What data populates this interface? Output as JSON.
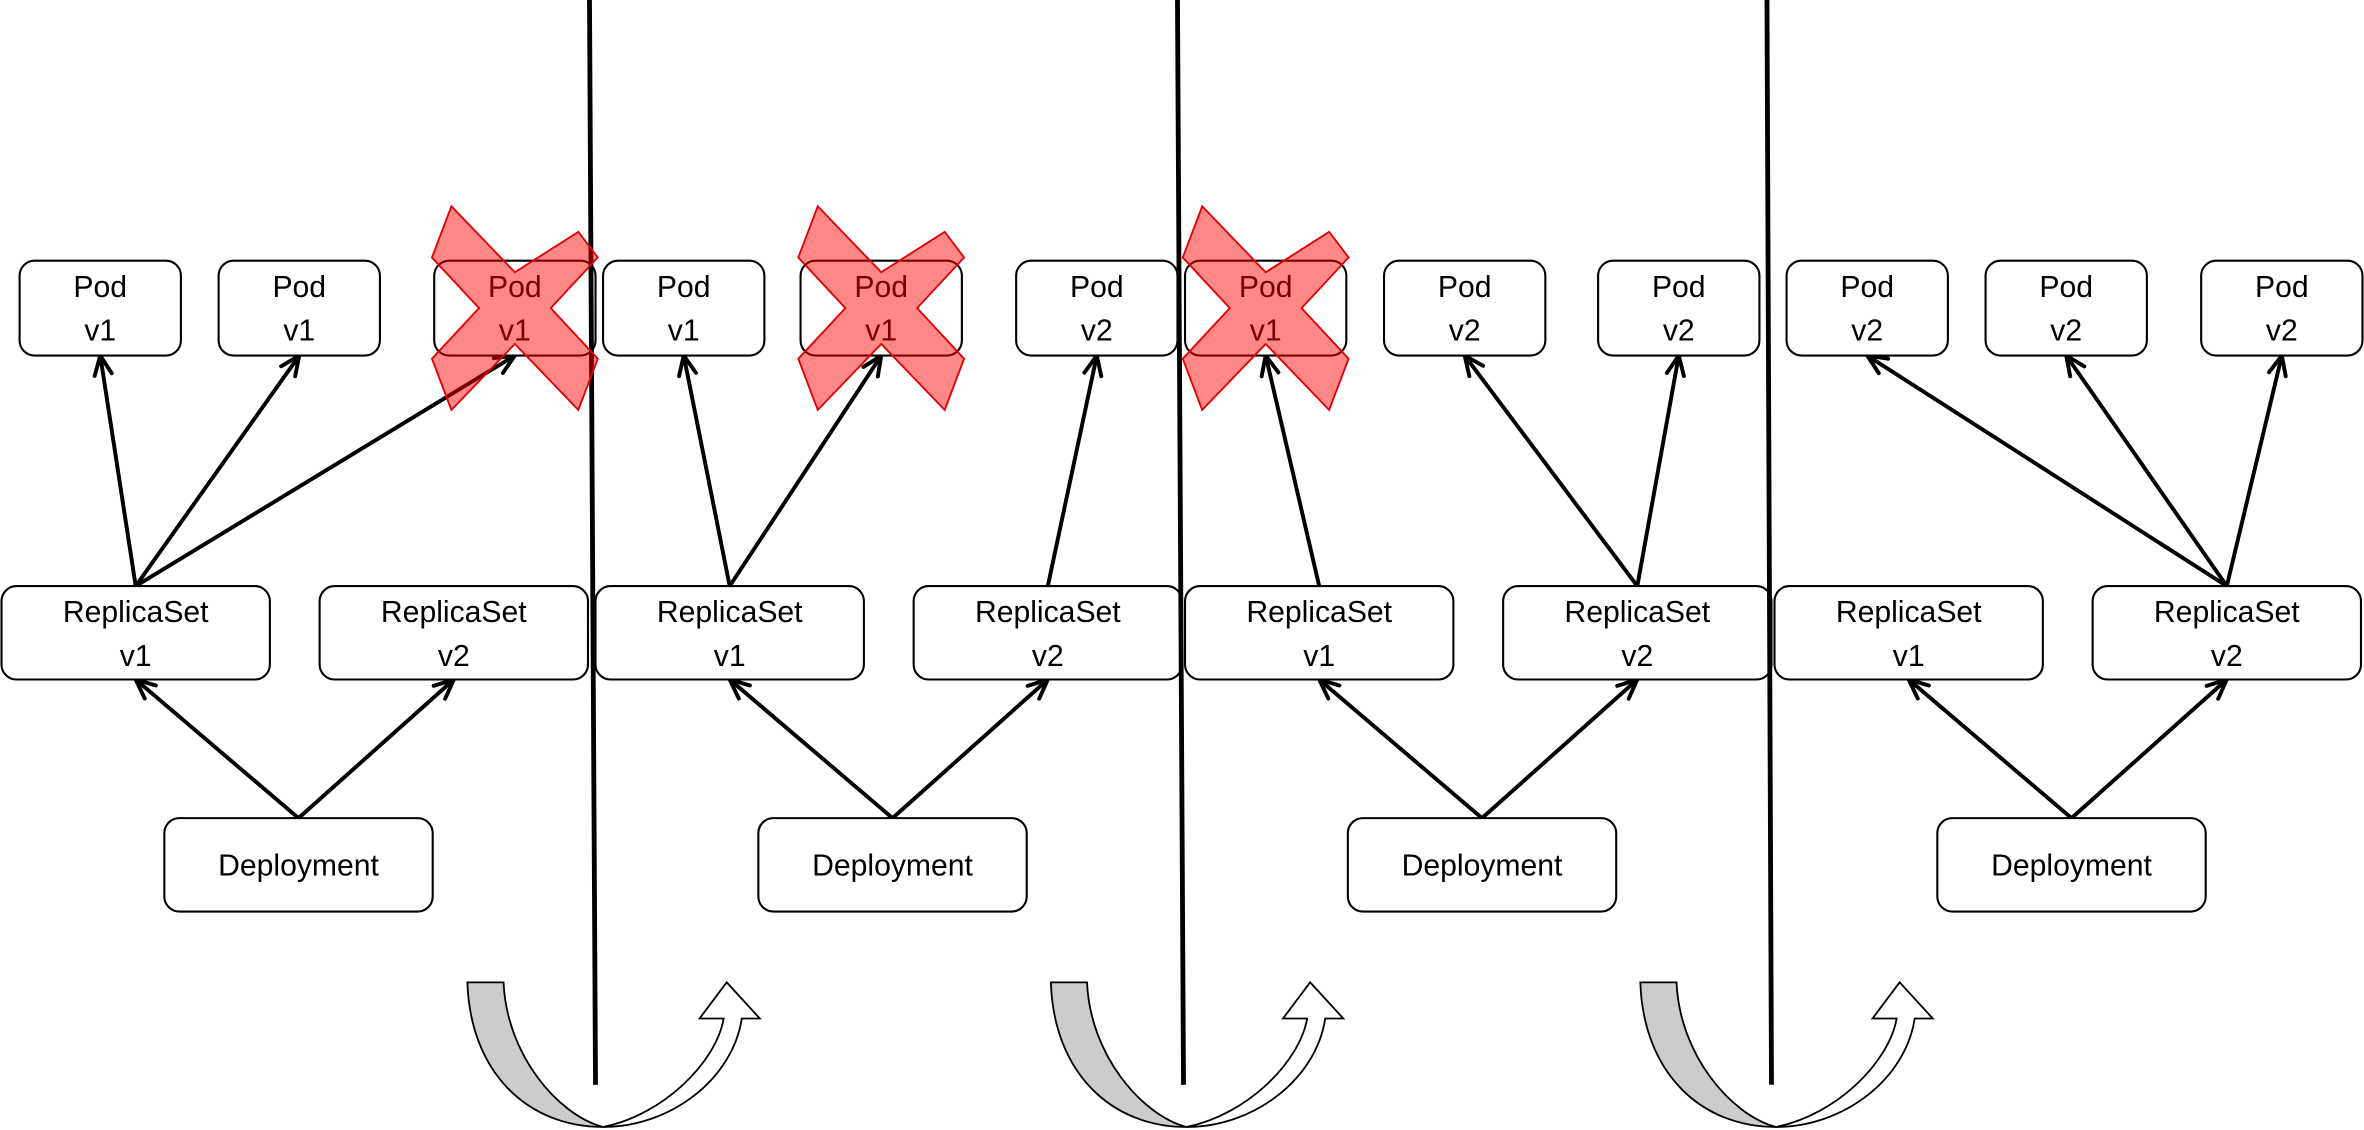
{
  "diagram": {
    "title": "Kubernetes Deployment rolling update",
    "labels": {
      "pod": "Pod",
      "replicaset": "ReplicaSet",
      "deployment": "Deployment"
    },
    "colors": {
      "terminated_mark": "#ff0000",
      "turn_arrow_tail": "#cccccc",
      "stroke": "#000000",
      "background": "#ffffff"
    },
    "panels": [
      {
        "pods": [
          {
            "version": "v1",
            "terminated": false,
            "owner": "v1"
          },
          {
            "version": "v1",
            "terminated": false,
            "owner": "v1"
          },
          {
            "version": "v1",
            "terminated": true,
            "owner": "v1"
          }
        ],
        "replicasets": [
          "v1",
          "v2"
        ],
        "deployment": "Deployment"
      },
      {
        "pods": [
          {
            "version": "v1",
            "terminated": false,
            "owner": "v1"
          },
          {
            "version": "v1",
            "terminated": true,
            "owner": "v1"
          },
          {
            "version": "v2",
            "terminated": false,
            "owner": "v2"
          }
        ],
        "replicasets": [
          "v1",
          "v2"
        ],
        "deployment": "Deployment"
      },
      {
        "pods": [
          {
            "version": "v1",
            "terminated": true,
            "owner": "v1"
          },
          {
            "version": "v2",
            "terminated": false,
            "owner": "v2"
          },
          {
            "version": "v2",
            "terminated": false,
            "owner": "v2"
          }
        ],
        "replicasets": [
          "v1",
          "v2"
        ],
        "deployment": "Deployment"
      },
      {
        "pods": [
          {
            "version": "v2",
            "terminated": false,
            "owner": "v2"
          },
          {
            "version": "v2",
            "terminated": false,
            "owner": "v2"
          },
          {
            "version": "v2",
            "terminated": false,
            "owner": "v2"
          }
        ],
        "replicasets": [
          "v1",
          "v2"
        ],
        "deployment": "Deployment"
      }
    ],
    "transitions": [
      "step-1-to-2",
      "step-2-to-3",
      "step-3-to-4"
    ]
  }
}
